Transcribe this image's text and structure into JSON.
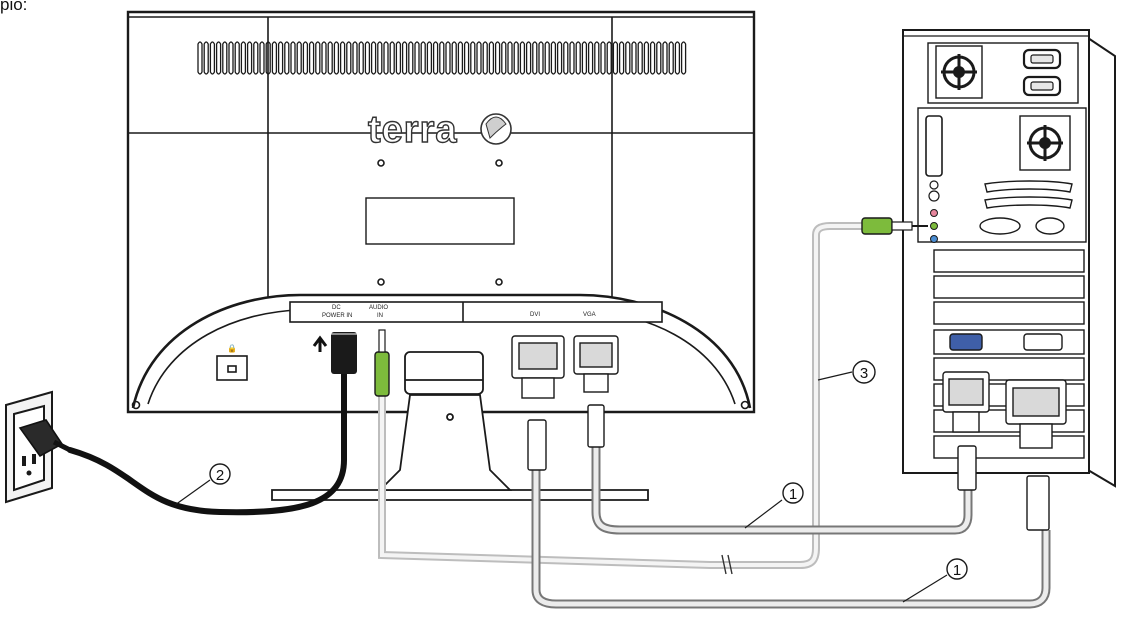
{
  "caption_fragment": "pio:",
  "monitor": {
    "brand": "terra",
    "ports": {
      "dc": "DC",
      "power_in": "POWER IN",
      "audio": "AUDIO",
      "audio_in": "IN",
      "dvi": "DVI",
      "vga": "VGA"
    }
  },
  "callouts": {
    "signal_cable_upper": "1",
    "signal_cable_lower": "1",
    "power_cable": "2",
    "audio_cable": "3"
  },
  "colors": {
    "line": "#1a1a1a",
    "audio_plug": "#7dbb3c",
    "vga_port": "#3f5fa8",
    "jack_pink": "#e6859c",
    "jack_blue": "#4a8cd1",
    "cable_fill": "#ececec",
    "power_cable": "#111111"
  },
  "icons": [
    "power-outlet-icon",
    "power-plug-icon",
    "lock-slot-icon",
    "fan-icon",
    "power-socket-icon",
    "vga-connector-icon",
    "dvi-connector-icon",
    "audio-plug-icon"
  ]
}
